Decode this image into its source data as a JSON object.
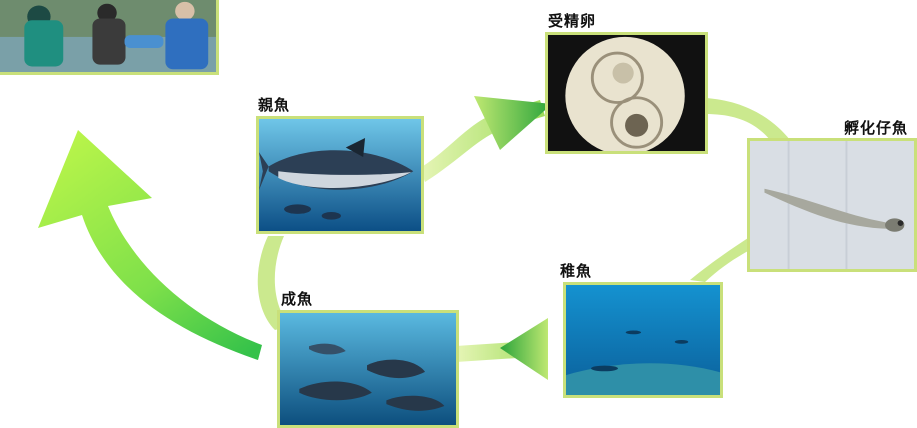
{
  "stages": {
    "parent_fish": {
      "label": "親魚"
    },
    "fertilized_egg": {
      "label": "受精卵"
    },
    "hatched_larva": {
      "label": "孵化仔魚"
    },
    "juvenile": {
      "label": "稚魚"
    },
    "adult": {
      "label": "成魚"
    }
  },
  "icons": {
    "cycle_arrow": "arrow-icon",
    "harvest_arrow": "arrow-icon"
  },
  "colors": {
    "arrow_light": "#dff2a8",
    "arrow_green": "#3fbf2f",
    "arrow_lime": "#b6f04a",
    "photo_border": "#c9e07a",
    "ocean": "#1d7fb8"
  }
}
